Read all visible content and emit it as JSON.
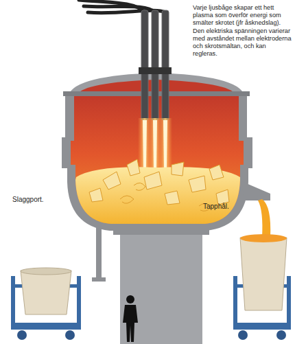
{
  "diagram": {
    "labels": [
      "Varje ljusbåge skapar ett hett plasma som överför energi som smälter skrotet (jfr åsknedslag). Den elektriska spänningen varierar med avståndet mellan elektroderna och skrotsmältan, och kan regleras.",
      "Slaggport.",
      "Tapphål."
    ]
  }
}
